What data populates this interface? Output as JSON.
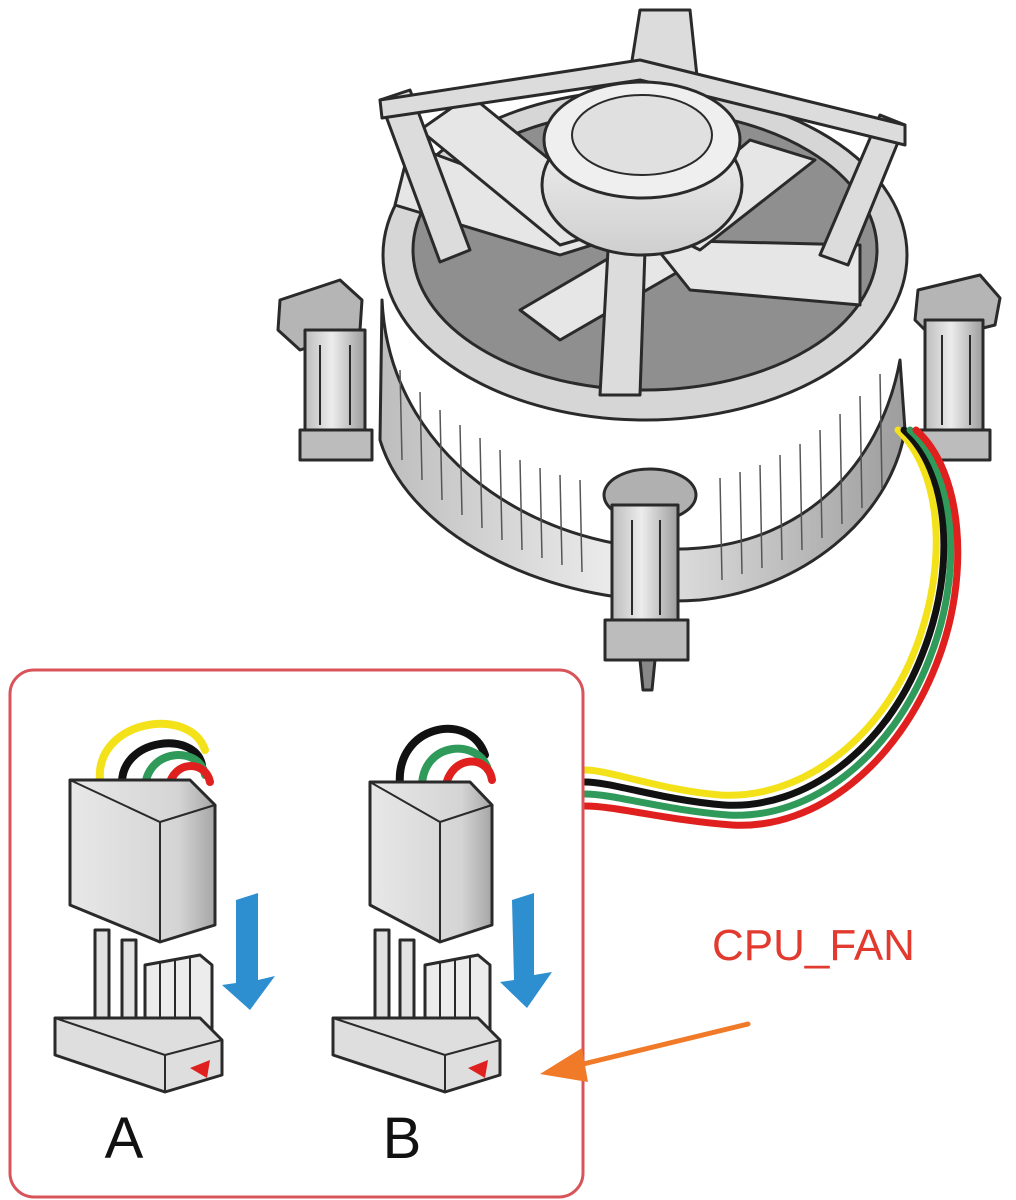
{
  "labels": {
    "cpu_fan": "CPU_FAN",
    "option_a": "A",
    "option_b": "B"
  },
  "colors": {
    "callout_box": "#d9545a",
    "callout_label": "#e23a2e",
    "arrow": "#f07a28",
    "down_arrow": "#2d8ed0",
    "wire_yellow": "#f3e21a",
    "wire_black": "#111111",
    "wire_green": "#2f9a5a",
    "wire_red": "#e0201f",
    "line_art": "#2a2a2a",
    "metal_light": "#e4e4e4",
    "metal_mid": "#cfcfcf",
    "metal_dark": "#8e8e8e"
  },
  "icons": {
    "cooler": "cpu-cooler-illustration",
    "arrow_a": "down-arrow-icon",
    "arrow_b": "down-arrow-icon",
    "pointer": "pointer-arrow-icon"
  }
}
